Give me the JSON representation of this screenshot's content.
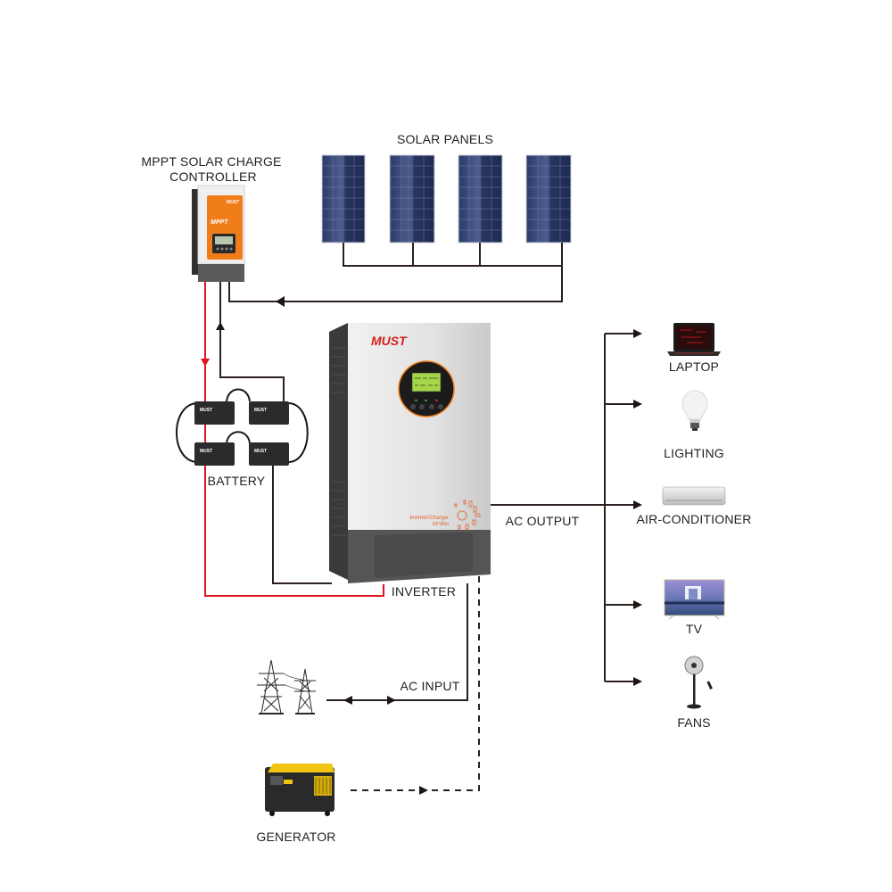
{
  "diagram": {
    "title": "Solar inverter system wiring",
    "labels": {
      "solar_panels": "SOLAR PANELS",
      "mppt_line1": "MPPT SOLAR CHARGE",
      "mppt_line2": "CONTROLLER",
      "battery": "BATTERY",
      "inverter": "INVERTER",
      "ac_output": "AC OUTPUT",
      "ac_input": "AC INPUT",
      "generator": "GENERATOR"
    },
    "inverter": {
      "brand": "MUST",
      "model_line1": "Inverter/Charger",
      "model_line2": "EP1800"
    },
    "controller": {
      "brand": "MUST",
      "model": "MPPT"
    },
    "battery_brand": "MUST",
    "loads": [
      {
        "label": "LAPTOP",
        "icon": "laptop-icon"
      },
      {
        "label": "LIGHTING",
        "icon": "light-bulb-icon"
      },
      {
        "label": "AIR-CONDITIONER",
        "icon": "air-conditioner-icon"
      },
      {
        "label": "TV",
        "icon": "tv-icon"
      },
      {
        "label": "FANS",
        "icon": "fan-icon"
      }
    ],
    "colors": {
      "wire": "#2a211d",
      "positive_wire": "#e0141e",
      "controller_accent": "#f07d1a",
      "brand_red": "#d6221b",
      "panel_blue": "#2c3c6b"
    }
  }
}
